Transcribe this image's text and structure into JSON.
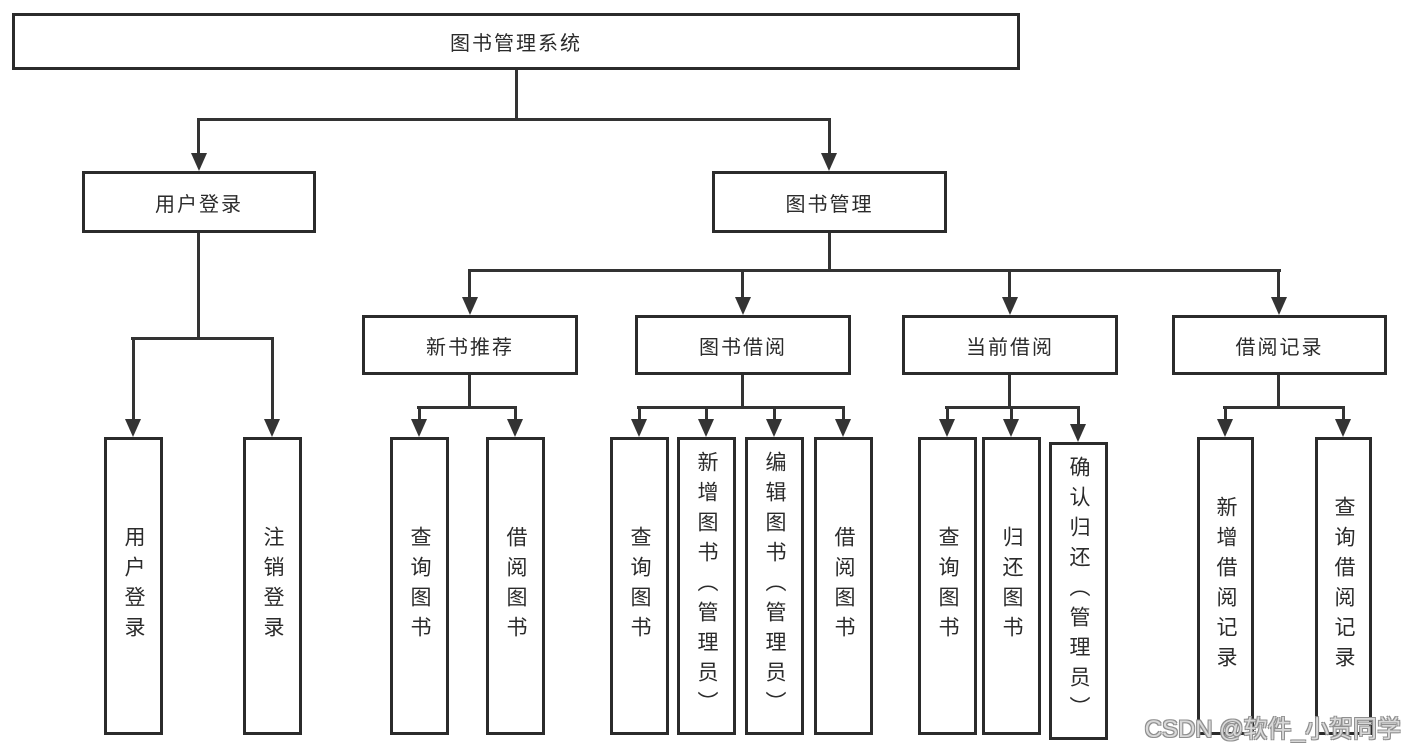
{
  "diagram": {
    "tree": {
      "root": {
        "label": "图书管理系统"
      },
      "branches": [
        {
          "label": "用户登录",
          "children": [
            {
              "label": "用户登录"
            },
            {
              "label": "注销登录"
            }
          ]
        },
        {
          "label": "图书管理",
          "groups": [
            {
              "label": "新书推荐",
              "children": [
                {
                  "label": "查询图书"
                },
                {
                  "label": "借阅图书"
                }
              ]
            },
            {
              "label": "图书借阅",
              "children": [
                {
                  "label": "查询图书"
                },
                {
                  "label": "新增图书（管理员）"
                },
                {
                  "label": "编辑图书（管理员）"
                },
                {
                  "label": "借阅图书"
                }
              ]
            },
            {
              "label": "当前借阅",
              "children": [
                {
                  "label": "查询图书"
                },
                {
                  "label": "归还图书"
                },
                {
                  "label": "确认归还（管理员）"
                }
              ]
            },
            {
              "label": "借阅记录",
              "children": [
                {
                  "label": "新增借阅记录"
                },
                {
                  "label": "查询借阅记录"
                }
              ]
            }
          ]
        }
      ]
    },
    "watermark": "CSDN @软件_小贺同学",
    "colors": {
      "line": "#333333",
      "box_border": "#2b2b2b",
      "box_fill": "#ffffff",
      "background": "#ffffff",
      "text": "#2b2b2b",
      "watermark_outline": "#8f8f8f",
      "watermark_fill": "#d9d9d9"
    }
  }
}
